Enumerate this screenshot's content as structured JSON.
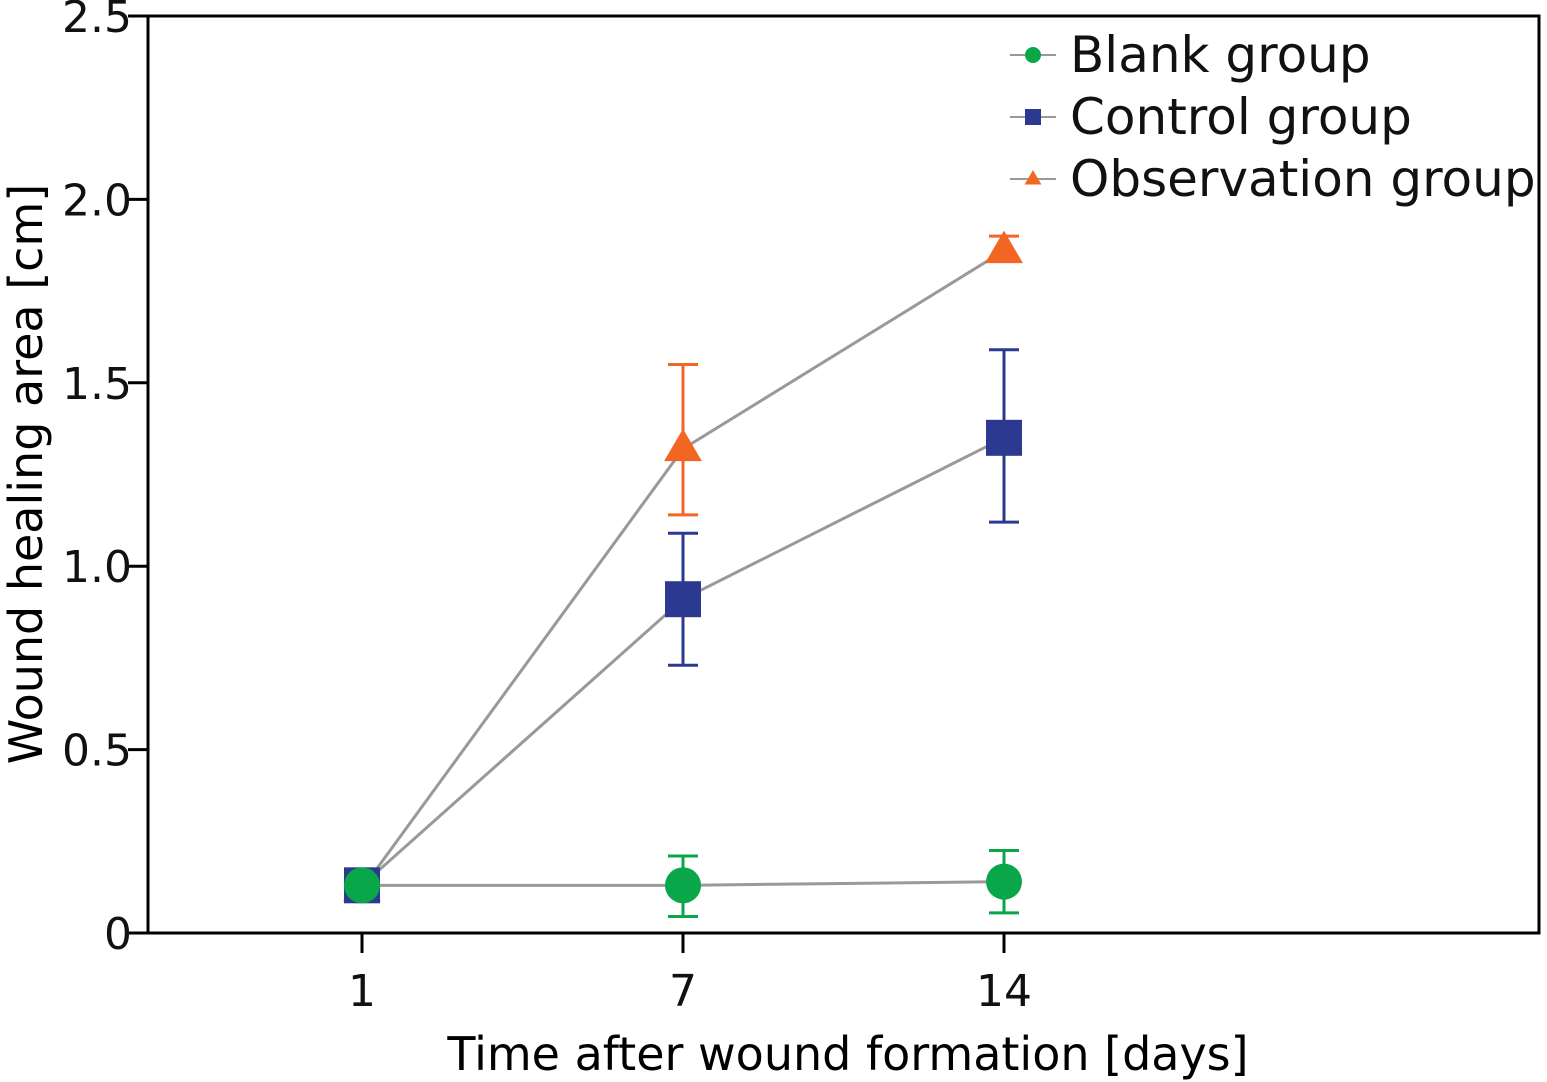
{
  "chart_data": {
    "type": "line",
    "title": "",
    "xlabel": "Time after wound formation [days]",
    "ylabel": "Wound healing area [cm]",
    "categories": [
      "1",
      "7",
      "14"
    ],
    "x_axis_position": [
      1,
      7,
      13
    ],
    "xlim": [
      -3,
      23
    ],
    "ylim": [
      0,
      2.5
    ],
    "y_ticks": [
      0,
      0.5,
      1.0,
      1.5,
      2.0,
      2.5
    ],
    "y_tick_labels": [
      "0",
      "0.5",
      "1.0",
      "1.5",
      "2.0",
      "2.5"
    ],
    "grid": false,
    "legend_position": "top-right",
    "line_color": "#999999",
    "series": [
      {
        "name": "Blank group",
        "marker": "circle",
        "color": "#0aa64a",
        "values": [
          0.13,
          0.13,
          0.14
        ],
        "error_low": [
          0.13,
          0.045,
          0.055
        ],
        "error_high": [
          0.13,
          0.21,
          0.225
        ]
      },
      {
        "name": "Control group",
        "marker": "square",
        "color": "#2b3990",
        "values": [
          0.13,
          0.91,
          1.35
        ],
        "error_low": [
          0.13,
          0.73,
          1.12
        ],
        "error_high": [
          0.13,
          1.09,
          1.59
        ]
      },
      {
        "name": "Observation group",
        "marker": "triangle",
        "color": "#f26522",
        "values": [
          0.12,
          1.32,
          1.86
        ],
        "error_low": [
          0.12,
          1.14,
          1.86
        ],
        "error_high": [
          0.12,
          1.55,
          1.9
        ]
      }
    ]
  }
}
